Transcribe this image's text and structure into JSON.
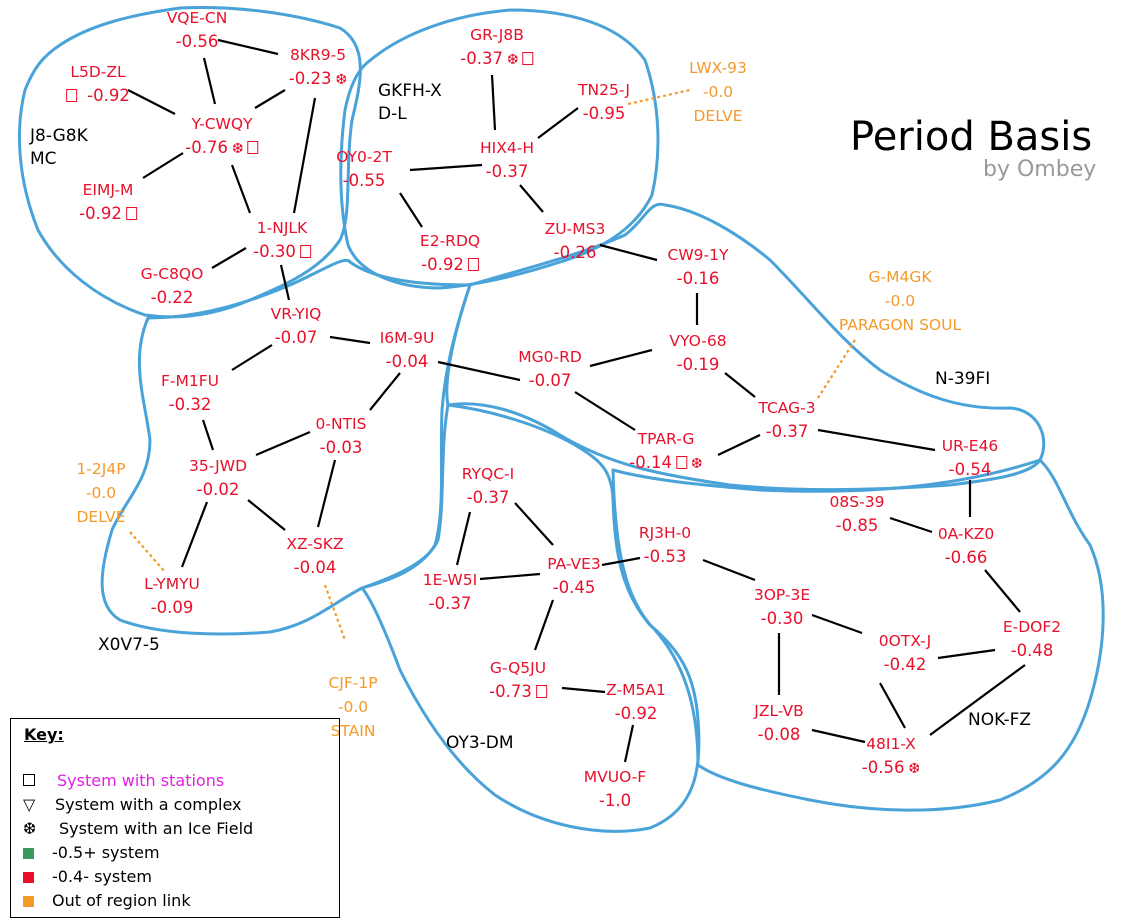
{
  "title": "Period Basis",
  "author": "by Ombey",
  "colors": {
    "low_sec_system": "#e8102a",
    "high_sec_system": "#3a9a5e",
    "out_of_region": "#f39a2b",
    "region_border": "#4aa3d8"
  },
  "regions": [
    "J8-G8K",
    "MC",
    "GKFH-X",
    "D-L",
    "X0V7-5",
    "OY3-DM",
    "NOK-FZ",
    "N-39FI"
  ],
  "systems": [
    {
      "name": "VQE-CN",
      "sec": "-0.56",
      "icons": []
    },
    {
      "name": "8KR9-5",
      "sec": "-0.23",
      "icons": [
        "ice"
      ]
    },
    {
      "name": "L5D-ZL",
      "sec": "-0.92",
      "icons": [
        "station"
      ]
    },
    {
      "name": "Y-CWQY",
      "sec": "-0.76",
      "icons": [
        "ice",
        "station"
      ]
    },
    {
      "name": "EIMJ-M",
      "sec": "-0.92",
      "icons": [
        "station"
      ]
    },
    {
      "name": "1-NJLK",
      "sec": "-0.30",
      "icons": [
        "station"
      ]
    },
    {
      "name": "G-C8QO",
      "sec": "-0.22",
      "icons": []
    },
    {
      "name": "GR-J8B",
      "sec": "-0.37",
      "icons": [
        "ice",
        "station"
      ]
    },
    {
      "name": "TN25-J",
      "sec": "-0.95",
      "icons": []
    },
    {
      "name": "HIX4-H",
      "sec": "-0.37",
      "icons": []
    },
    {
      "name": "OY0-2T",
      "sec": "-0.55",
      "icons": []
    },
    {
      "name": "E2-RDQ",
      "sec": "-0.92",
      "icons": [
        "station"
      ]
    },
    {
      "name": "ZU-MS3",
      "sec": "-0.26",
      "icons": []
    },
    {
      "name": "CW9-1Y",
      "sec": "-0.16",
      "icons": []
    },
    {
      "name": "VR-YIQ",
      "sec": "-0.07",
      "icons": []
    },
    {
      "name": "I6M-9U",
      "sec": "-0.04",
      "icons": []
    },
    {
      "name": "F-M1FU",
      "sec": "-0.32",
      "icons": []
    },
    {
      "name": "MG0-RD",
      "sec": "-0.07",
      "icons": []
    },
    {
      "name": "VYO-68",
      "sec": "-0.19",
      "icons": []
    },
    {
      "name": "TCAG-3",
      "sec": "-0.37",
      "icons": []
    },
    {
      "name": "0-NTIS",
      "sec": "-0.03",
      "icons": []
    },
    {
      "name": "35-JWD",
      "sec": "-0.02",
      "icons": []
    },
    {
      "name": "TPAR-G",
      "sec": "-0.14",
      "icons": [
        "station",
        "ice"
      ]
    },
    {
      "name": "UR-E46",
      "sec": "-0.54",
      "icons": []
    },
    {
      "name": "RYQC-I",
      "sec": "-0.37",
      "icons": []
    },
    {
      "name": "XZ-SKZ",
      "sec": "-0.04",
      "icons": []
    },
    {
      "name": "L-YMYU",
      "sec": "-0.09",
      "icons": []
    },
    {
      "name": "1E-W5I",
      "sec": "-0.37",
      "icons": []
    },
    {
      "name": "PA-VE3",
      "sec": "-0.45",
      "icons": []
    },
    {
      "name": "RJ3H-0",
      "sec": "-0.53",
      "icons": []
    },
    {
      "name": "08S-39",
      "sec": "-0.85",
      "icons": []
    },
    {
      "name": "0A-KZ0",
      "sec": "-0.66",
      "icons": []
    },
    {
      "name": "3OP-3E",
      "sec": "-0.30",
      "icons": []
    },
    {
      "name": "0OTX-J",
      "sec": "-0.42",
      "icons": []
    },
    {
      "name": "E-DOF2",
      "sec": "-0.48",
      "icons": []
    },
    {
      "name": "G-Q5JU",
      "sec": "-0.73",
      "icons": [
        "station"
      ]
    },
    {
      "name": "Z-M5A1",
      "sec": "-0.92",
      "icons": []
    },
    {
      "name": "JZL-VB",
      "sec": "-0.08",
      "icons": []
    },
    {
      "name": "48I1-X",
      "sec": "-0.56",
      "icons": [
        "ice"
      ]
    },
    {
      "name": "MVUO-F",
      "sec": "-1.0",
      "icons": []
    }
  ],
  "external_links": [
    {
      "name": "LWX-93",
      "sec": "-0.0",
      "region": "DELVE"
    },
    {
      "name": "G-M4GK",
      "sec": "-0.0",
      "region": "PARAGON SOUL"
    },
    {
      "name": "1-2J4P",
      "sec": "-0.0",
      "region": "DELVE"
    },
    {
      "name": "CJF-1P",
      "sec": "-0.0",
      "region": "STAIN"
    }
  ],
  "key": {
    "title": "Key:",
    "items": [
      {
        "icon": "station-square-icon",
        "label": "System with stations",
        "color": "#e020e0"
      },
      {
        "icon": "complex-triangle-icon",
        "label": "System with a complex",
        "color": "#000000"
      },
      {
        "icon": "ice-field-icon",
        "label": "System with an Ice Field",
        "color": "#000000"
      },
      {
        "icon": "green-swatch",
        "label": "-0.5+ system",
        "color": "#3a9a5e"
      },
      {
        "icon": "red-swatch",
        "label": "-0.4- system",
        "color": "#e8102a"
      },
      {
        "icon": "orange-swatch",
        "label": "Out of region link",
        "color": "#f39a2b"
      }
    ]
  }
}
